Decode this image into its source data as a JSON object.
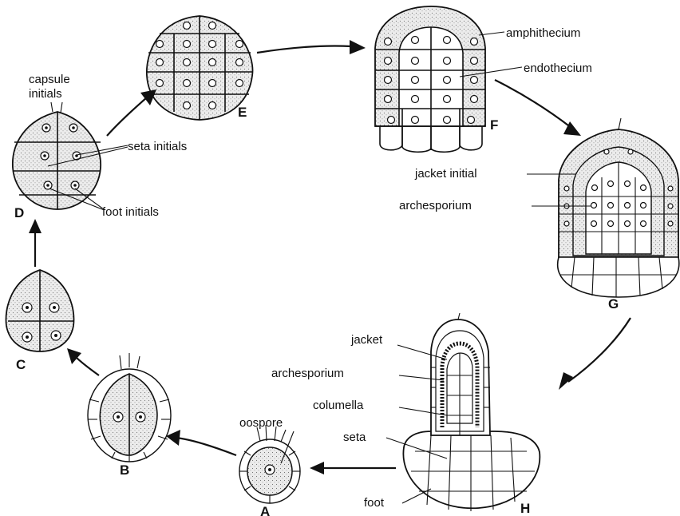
{
  "stages": {
    "A": "A",
    "B": "B",
    "C": "C",
    "D": "D",
    "E": "E",
    "F": "F",
    "G": "G",
    "H": "H"
  },
  "labels": {
    "capsule_initials_1": "capsule",
    "capsule_initials_2": "initials",
    "seta_initials": "seta initials",
    "foot_initials": "foot initials",
    "amphithecium": "amphithecium",
    "endothecium": "endothecium",
    "jacket_initial": "jacket initial",
    "archesporium_g": "archesporium",
    "jacket": "jacket",
    "archesporium_h": "archesporium",
    "columella": "columella",
    "seta": "seta",
    "foot": "foot",
    "oospore": "oospore"
  }
}
